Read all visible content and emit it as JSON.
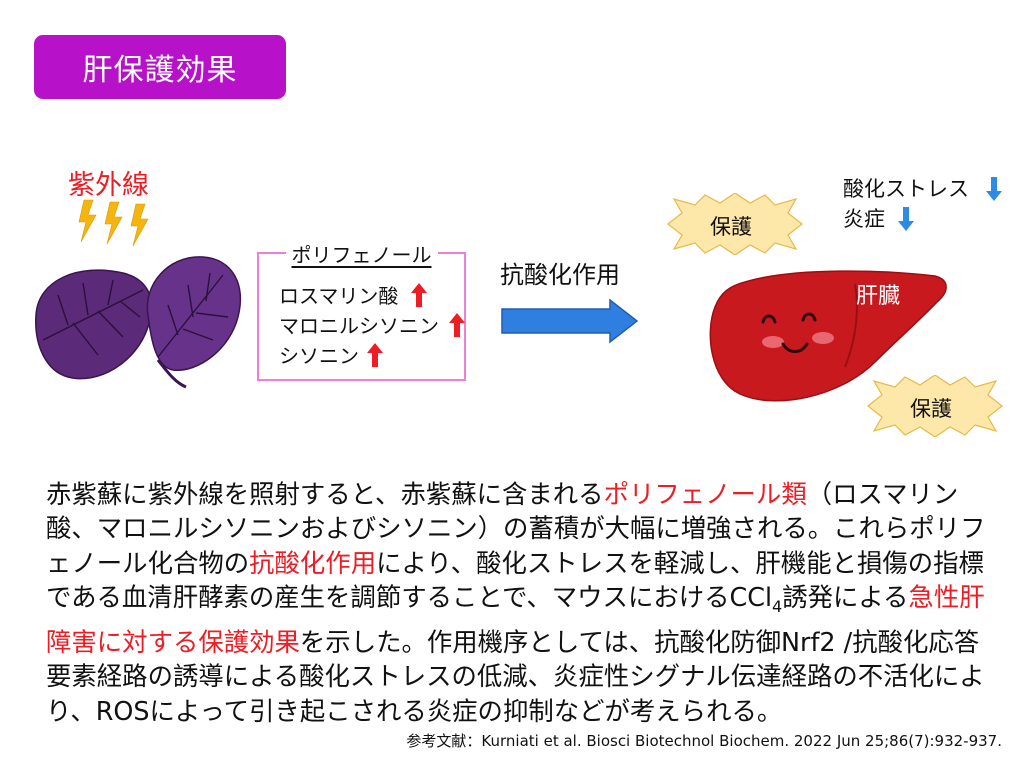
{
  "title": "肝保護効果",
  "uv_label": "紫外線",
  "polyphenol_box": {
    "heading": "ポリフェノール",
    "items": [
      "ロスマリン酸",
      "マロニルシソニン",
      "シソニン"
    ]
  },
  "action_label": "抗酸化作用",
  "liver_label": "肝臓",
  "protect_label_1": "保護",
  "protect_label_2": "保護",
  "effects": [
    "酸化ストレス",
    "炎症"
  ],
  "body": {
    "s1": "赤紫蘇に紫外線を照射すると、赤紫蘇に含まれる",
    "s2": "ポリフェノール類",
    "s3": "（ロスマリン酸、マロニルシソニンおよびシソニン）の蓄積が大幅に増強される。これらポリフェノール化合物の",
    "s4": "抗酸化作用",
    "s5": "により、酸化ストレスを軽減し、肝機能と損傷の指標である血清肝酵素の産生を調節することで、マウスにおけるCCl",
    "s5_sub": "4",
    "s6": "誘発による",
    "s7": "急性肝障害に対する保護効果",
    "s8": "を示した。作用機序としては、抗酸化防御Nrf2 /抗酸化応答要素経路の誘導による酸化ストレスの低減、炎症性シグナル伝達経路の不活化により、ROSによって引き起こされる炎症の抑制などが考えられる。"
  },
  "reference": "参考文献：Kurniati et al. Biosci Biotechnol Biochem. 2022 Jun 25;86(7):932-937.",
  "colors": {
    "title_bg": "#b711c9",
    "highlight": "#ee1c24",
    "up_arrow": "#ee1c24",
    "down_arrow": "#2b8be6",
    "box_border": "#f07fd3"
  }
}
